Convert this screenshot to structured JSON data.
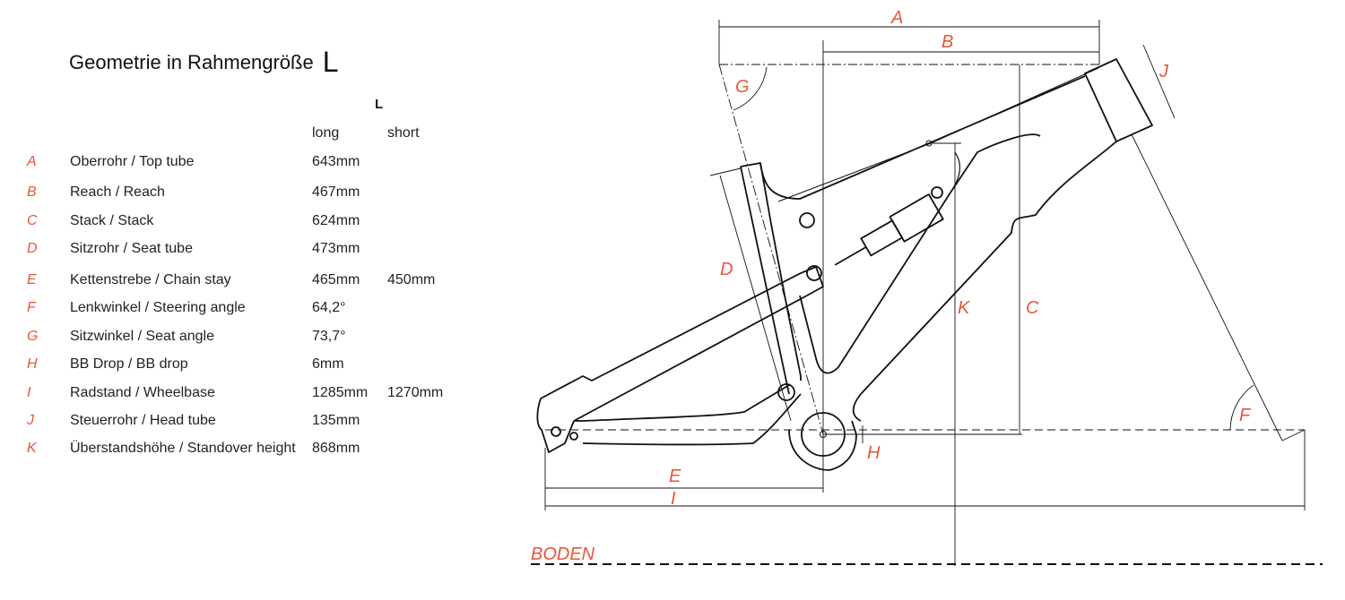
{
  "title": {
    "text": "Geometrie in Rahmengröße",
    "size": "L"
  },
  "table": {
    "size_header": "L",
    "col_long": "long",
    "col_short": "short",
    "rows": [
      {
        "letter": "A",
        "name": "Oberrohr / Top tube",
        "long": "643mm",
        "short": ""
      },
      {
        "letter": "B",
        "name": "Reach / Reach",
        "long": "467mm",
        "short": ""
      },
      {
        "letter": "C",
        "name": "Stack / Stack",
        "long": "624mm",
        "short": ""
      },
      {
        "letter": "D",
        "name": "Sitzrohr / Seat tube",
        "long": "473mm",
        "short": ""
      },
      {
        "letter": "E",
        "name": "Kettenstrebe / Chain stay",
        "long": "465mm",
        "short": "450mm"
      },
      {
        "letter": "F",
        "name": "Lenkwinkel / Steering angle",
        "long": "64,2°",
        "short": ""
      },
      {
        "letter": "G",
        "name": "Sitzwinkel / Seat angle",
        "long": "73,7°",
        "short": ""
      },
      {
        "letter": "H",
        "name": "BB Drop / BB drop",
        "long": "6mm",
        "short": ""
      },
      {
        "letter": "I",
        "name": "Radstand / Wheelbase",
        "long": "1285mm",
        "short": "1270mm"
      },
      {
        "letter": "J",
        "name": "Steuerrohr / Head tube",
        "long": "135mm",
        "short": ""
      },
      {
        "letter": "K",
        "name": "Überstandshöhe / Standover height",
        "long": "868mm",
        "short": ""
      }
    ]
  },
  "diagram": {
    "labels": {
      "A": "A",
      "B": "B",
      "C": "C",
      "D": "D",
      "E": "E",
      "F": "F",
      "G": "G",
      "H": "H",
      "I": "I",
      "J": "J",
      "K": "K"
    },
    "ground": "BODEN",
    "accent": "#e8553a"
  }
}
